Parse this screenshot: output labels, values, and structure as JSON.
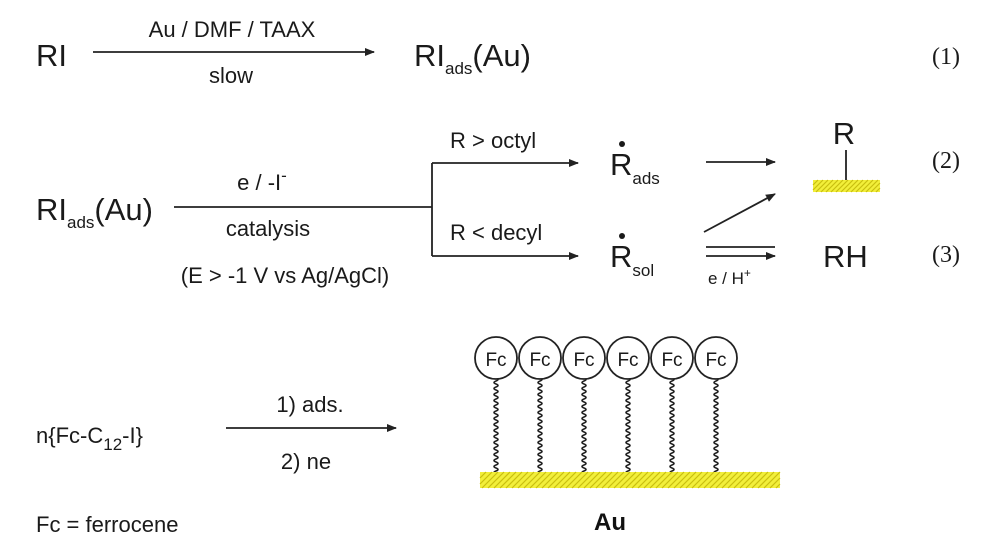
{
  "eq1": {
    "reactant": "RI",
    "arrow_top": "Au / DMF / TAAX",
    "arrow_bottom": "slow",
    "product_main": "RI",
    "product_sub": "ads",
    "product_tail": "(Au)",
    "number": "(1)"
  },
  "eq23": {
    "reactant_main": "RI",
    "reactant_sub": "ads",
    "reactant_tail": "(Au)",
    "arrow_top_main": "e / -I",
    "arrow_top_sup": "-",
    "arrow_mid": "catalysis",
    "arrow_bottom": "(E > -1 V vs Ag/AgCl)",
    "upper_branch_label": "R > octyl",
    "lower_branch_label": "R < decyl",
    "radical_ads_main": "R",
    "radical_ads_sub": "ads",
    "radical_sol_main": "R",
    "radical_sol_sub": "sol",
    "surface_r": "R",
    "rh_product": "RH",
    "eh_label_main": "e / H",
    "eh_label_sup": "+",
    "number2": "(2)",
    "number3": "(3)"
  },
  "eq4": {
    "reactant_a": "n{Fc-C",
    "reactant_sub": "12",
    "reactant_b": "-I}",
    "arrow_top": "1) ads.",
    "arrow_bottom": "2) ne",
    "fc_label": "Fc",
    "substrate": "Au"
  },
  "legend": "Fc = ferrocene",
  "colors": {
    "gold_surface": "#f2ef3a",
    "hatch": "#c9bf10"
  }
}
